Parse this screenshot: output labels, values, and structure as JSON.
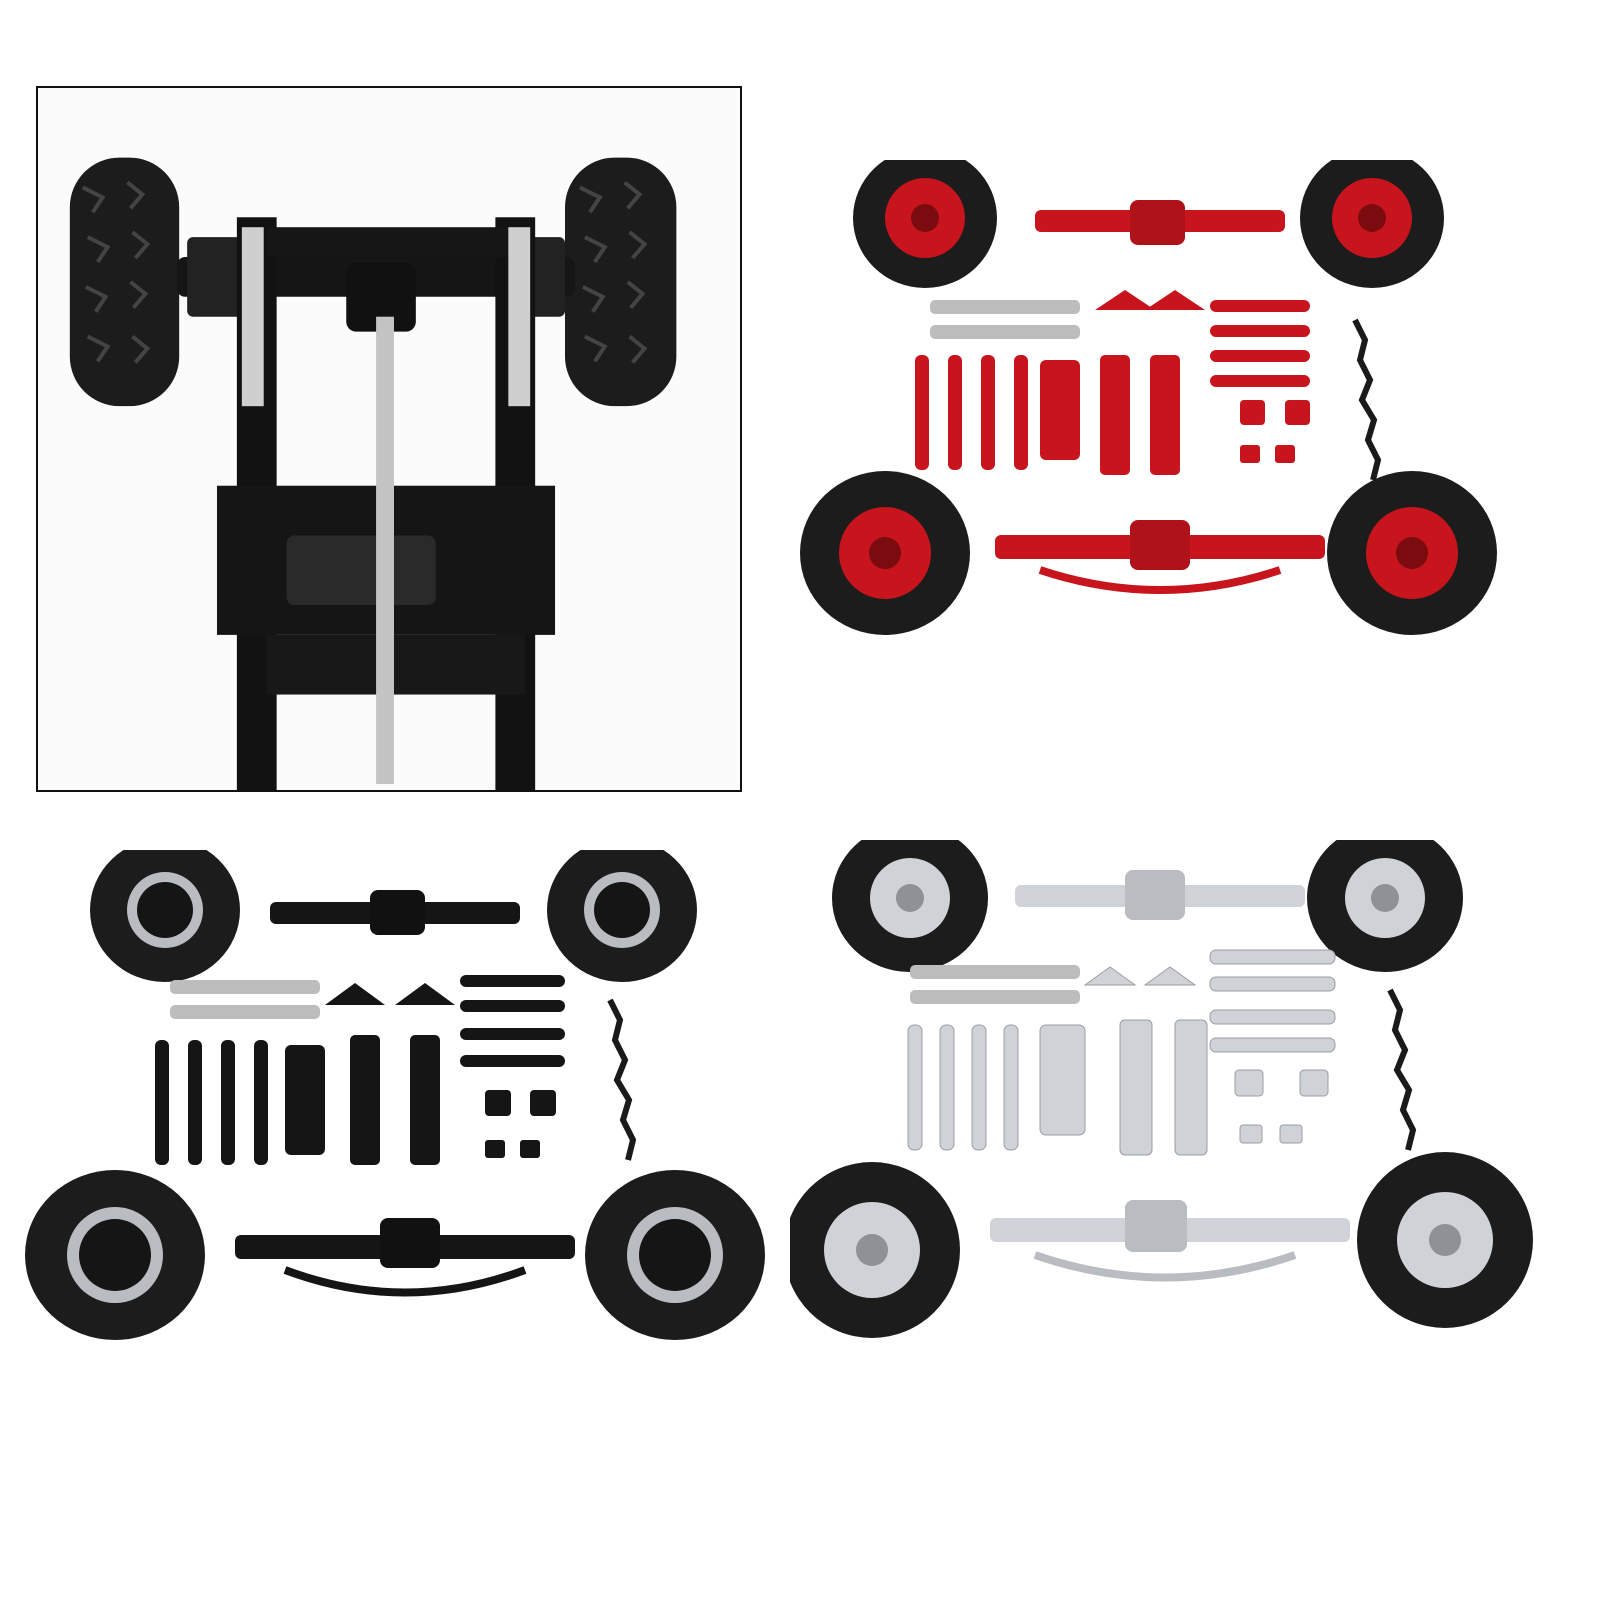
{
  "image": {
    "background": "#ffffff",
    "panels": [
      {
        "name": "chassis-photo",
        "frame": true,
        "frame_color": "#111111",
        "frame_visible": true
      },
      {
        "name": "red-upgrade-kit",
        "accent": "#c8141c"
      },
      {
        "name": "black-upgrade-kit",
        "accent": "#1a1a1a"
      },
      {
        "name": "silver-upgrade-kit",
        "accent": "#c9cbcf"
      }
    ],
    "colors": {
      "tire": "#1c1c1c",
      "tread": "#3a3a3a",
      "red_metal": "#c8141c",
      "black_metal": "#151515",
      "silver_metal": "#cfd2d6",
      "chrome": "#b9bcc0",
      "frame_black": "#121212"
    }
  }
}
